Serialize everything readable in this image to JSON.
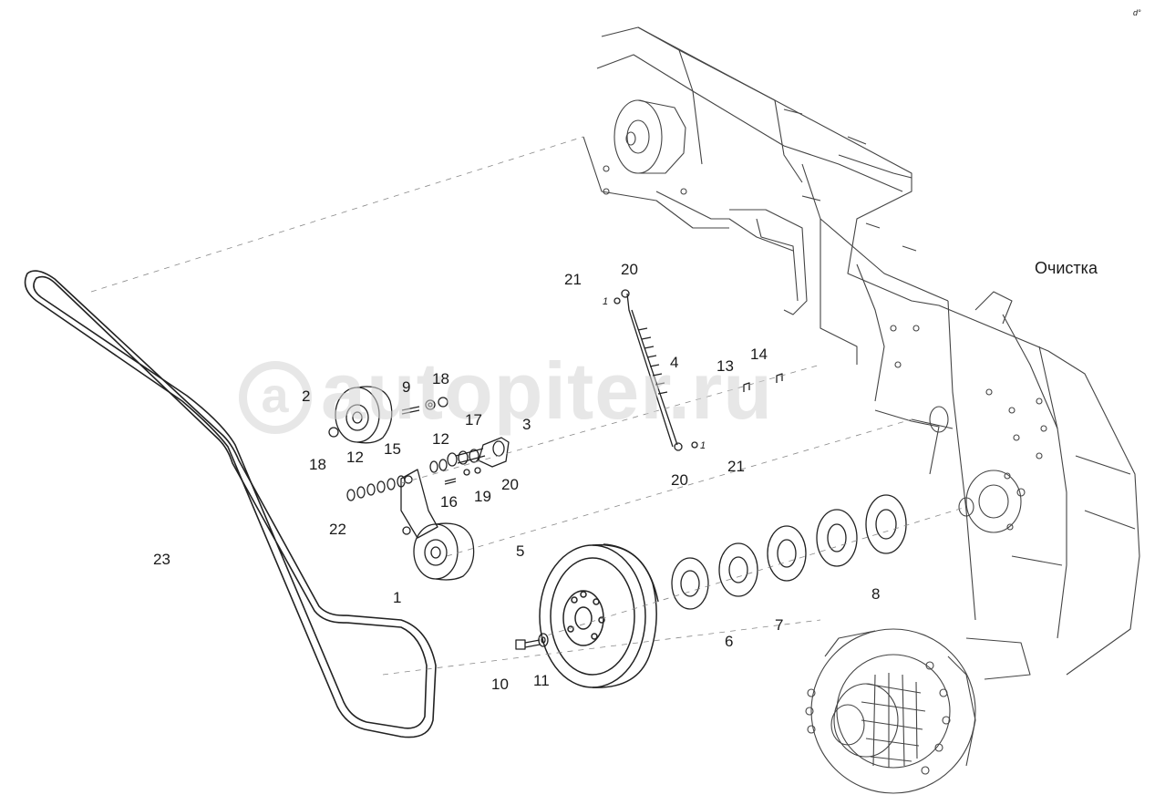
{
  "section_title": "Очистка",
  "watermark": "autopiter.ru",
  "corner_mark": "d°",
  "callouts": [
    {
      "id": "c1",
      "text": "1"
    },
    {
      "id": "c2",
      "text": "2"
    },
    {
      "id": "c3",
      "text": "3"
    },
    {
      "id": "c4",
      "text": "4"
    },
    {
      "id": "c5",
      "text": "5"
    },
    {
      "id": "c6",
      "text": "6"
    },
    {
      "id": "c7",
      "text": "7"
    },
    {
      "id": "c8",
      "text": "8"
    },
    {
      "id": "c9",
      "text": "9"
    },
    {
      "id": "c10",
      "text": "10"
    },
    {
      "id": "c11",
      "text": "11"
    },
    {
      "id": "c12a",
      "text": "12"
    },
    {
      "id": "c12b",
      "text": "12"
    },
    {
      "id": "c13",
      "text": "13"
    },
    {
      "id": "c14",
      "text": "14"
    },
    {
      "id": "c15",
      "text": "15"
    },
    {
      "id": "c16",
      "text": "16"
    },
    {
      "id": "c17",
      "text": "17"
    },
    {
      "id": "c18a",
      "text": "18"
    },
    {
      "id": "c18b",
      "text": "18"
    },
    {
      "id": "c19",
      "text": "19"
    },
    {
      "id": "c20a",
      "text": "20"
    },
    {
      "id": "c20b",
      "text": "20"
    },
    {
      "id": "c20c",
      "text": "20"
    },
    {
      "id": "c21a",
      "text": "21"
    },
    {
      "id": "c21b",
      "text": "21"
    },
    {
      "id": "c22",
      "text": "22"
    },
    {
      "id": "c23",
      "text": "23"
    }
  ],
  "small_marks": {
    "top": "1",
    "right": "1"
  }
}
